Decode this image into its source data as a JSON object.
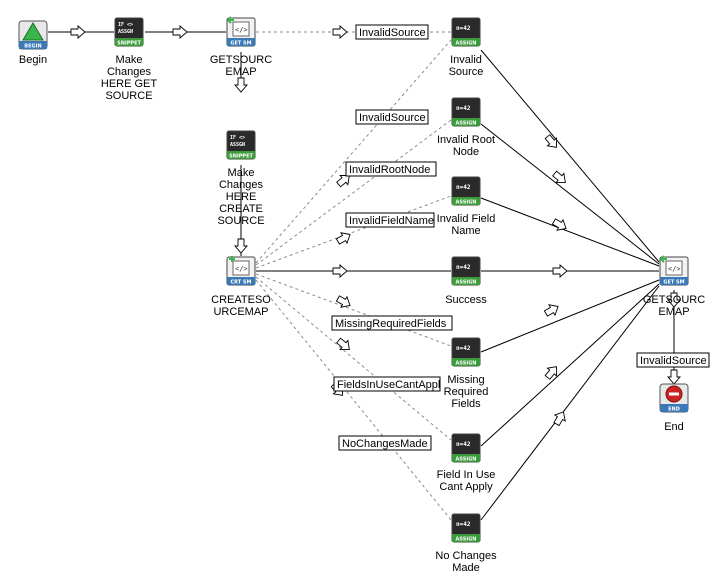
{
  "nodes": [
    {
      "id": "begin",
      "type": "begin",
      "icon": "begin-icon",
      "cap": "BEGIN",
      "label": [
        "Begin"
      ]
    },
    {
      "id": "snippet1",
      "type": "snippet",
      "icon": "snippet-icon",
      "cap": "SNIPPET",
      "label": [
        "Make",
        "Changes",
        "HERE GET",
        "SOURCE"
      ]
    },
    {
      "id": "getsm1",
      "type": "getsm",
      "icon": "get-sm-icon",
      "cap": "GET SM",
      "label": [
        "GETSOURC",
        "EMAP"
      ]
    },
    {
      "id": "snippet2",
      "type": "snippet",
      "icon": "snippet-icon",
      "cap": "SNIPPET",
      "label": [
        "Make",
        "Changes",
        "HERE",
        "CREATE",
        "SOURCE"
      ]
    },
    {
      "id": "crtsm",
      "type": "crtsm",
      "icon": "crt-sm-icon",
      "cap": "CRT SM",
      "label": [
        "CREATESO",
        "URCEMAP"
      ]
    },
    {
      "id": "a_invsrc",
      "type": "assign",
      "icon": "assign-icon",
      "cap": "ASSIGN",
      "label": [
        "Invalid",
        "Source"
      ]
    },
    {
      "id": "a_invroot",
      "type": "assign",
      "icon": "assign-icon",
      "cap": "ASSIGN",
      "label": [
        "Invalid Root",
        "Node"
      ]
    },
    {
      "id": "a_invfield",
      "type": "assign",
      "icon": "assign-icon",
      "cap": "ASSIGN",
      "label": [
        "Invalid Field",
        "Name"
      ]
    },
    {
      "id": "a_success",
      "type": "assign",
      "icon": "assign-icon",
      "cap": "ASSIGN",
      "label": [
        "Success"
      ]
    },
    {
      "id": "a_missing",
      "type": "assign",
      "icon": "assign-icon",
      "cap": "ASSIGN",
      "label": [
        "Missing",
        "Required",
        "Fields"
      ]
    },
    {
      "id": "a_inuse",
      "type": "assign",
      "icon": "assign-icon",
      "cap": "ASSIGN",
      "label": [
        "Field In Use",
        "Cant Apply"
      ]
    },
    {
      "id": "a_nochange",
      "type": "assign",
      "icon": "assign-icon",
      "cap": "ASSIGN",
      "label": [
        "No Changes",
        "Made"
      ]
    },
    {
      "id": "getsm2",
      "type": "getsm",
      "icon": "get-sm-icon",
      "cap": "GET SM",
      "label": [
        "GETSOURC",
        "EMAP"
      ]
    },
    {
      "id": "end",
      "type": "end",
      "icon": "end-icon",
      "cap": "END",
      "label": [
        "End"
      ]
    }
  ],
  "edge_labels": [
    "InvalidSource",
    "InvalidSource",
    "InvalidRootNode",
    "InvalidFieldName",
    "MissingRequiredFields",
    "FieldsInUseCantAppl",
    "NoChangesMade",
    "InvalidSource"
  ],
  "icon_texts": {
    "snippet": [
      "IF <>",
      "ASSGN"
    ],
    "assign": "n=42"
  },
  "colors": {
    "icon_bg": "#2a2a2a",
    "icon_band": "#3a78b8",
    "assign_band": "#3c9c3c",
    "accent_green": "#39b54a",
    "end_red": "#cc2222",
    "line": "#000000",
    "dashed_line": "#8c8c8c"
  }
}
